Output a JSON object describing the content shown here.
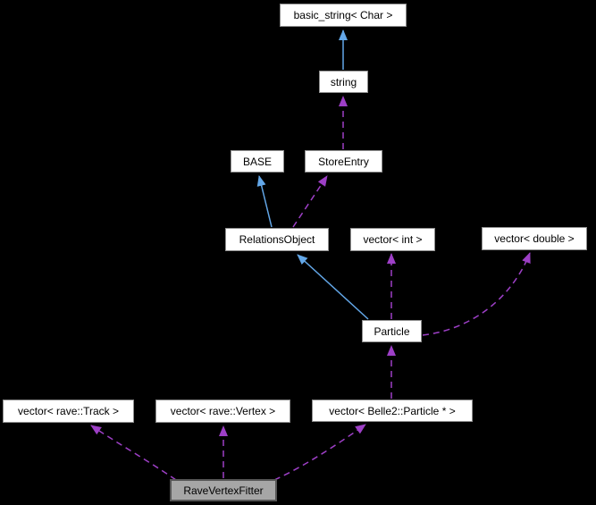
{
  "colors": {
    "bg": "#000000",
    "node-fill": "#ffffff",
    "node-border": "#8f8f8f",
    "node-text": "#000000",
    "focus-fill": "#a6a6a6",
    "focus-border": "#565656",
    "inheritance": "#63a7e8",
    "usage": "#9d3fc6"
  },
  "diagram": {
    "type": "doxygen-collaboration-graph",
    "focus_node": "RaveVertexFitter",
    "nodes": {
      "basic_string": {
        "label": "basic_string< Char >"
      },
      "string": {
        "label": "string"
      },
      "base": {
        "label": "BASE"
      },
      "store_entry": {
        "label": "StoreEntry"
      },
      "relations_object": {
        "label": "RelationsObject"
      },
      "vector_int": {
        "label": "vector< int >"
      },
      "vector_double": {
        "label": "vector< double >"
      },
      "particle": {
        "label": "Particle"
      },
      "vector_rave_track": {
        "label": "vector< rave::Track >"
      },
      "vector_rave_vertex": {
        "label": "vector< rave::Vertex >"
      },
      "vector_belle2_particle": {
        "label": "vector< Belle2::Particle * >"
      },
      "rave_vertex_fitter": {
        "label": "RaveVertexFitter"
      }
    },
    "edges": [
      {
        "from": "string",
        "to": "basic_string< Char >",
        "relation": "public-inheritance",
        "line": "solid-blue"
      },
      {
        "from": "StoreEntry",
        "to": "string",
        "relation": "usage",
        "line": "dashed-purple"
      },
      {
        "from": "RelationsObject",
        "to": "BASE",
        "relation": "public-inheritance",
        "line": "solid-blue"
      },
      {
        "from": "RelationsObject",
        "to": "StoreEntry",
        "relation": "usage",
        "line": "dashed-purple"
      },
      {
        "from": "Particle",
        "to": "RelationsObject",
        "relation": "public-inheritance",
        "line": "solid-blue"
      },
      {
        "from": "Particle",
        "to": "vector< int >",
        "relation": "usage",
        "line": "dashed-purple"
      },
      {
        "from": "Particle",
        "to": "vector< double >",
        "relation": "usage",
        "line": "dashed-purple"
      },
      {
        "from": "vector< Belle2::Particle * >",
        "to": "Particle",
        "relation": "usage",
        "line": "dashed-purple"
      },
      {
        "from": "RaveVertexFitter",
        "to": "vector< rave::Track >",
        "relation": "usage",
        "line": "dashed-purple"
      },
      {
        "from": "RaveVertexFitter",
        "to": "vector< rave::Vertex >",
        "relation": "usage",
        "line": "dashed-purple"
      },
      {
        "from": "RaveVertexFitter",
        "to": "vector< Belle2::Particle * >",
        "relation": "usage",
        "line": "dashed-purple"
      }
    ]
  }
}
